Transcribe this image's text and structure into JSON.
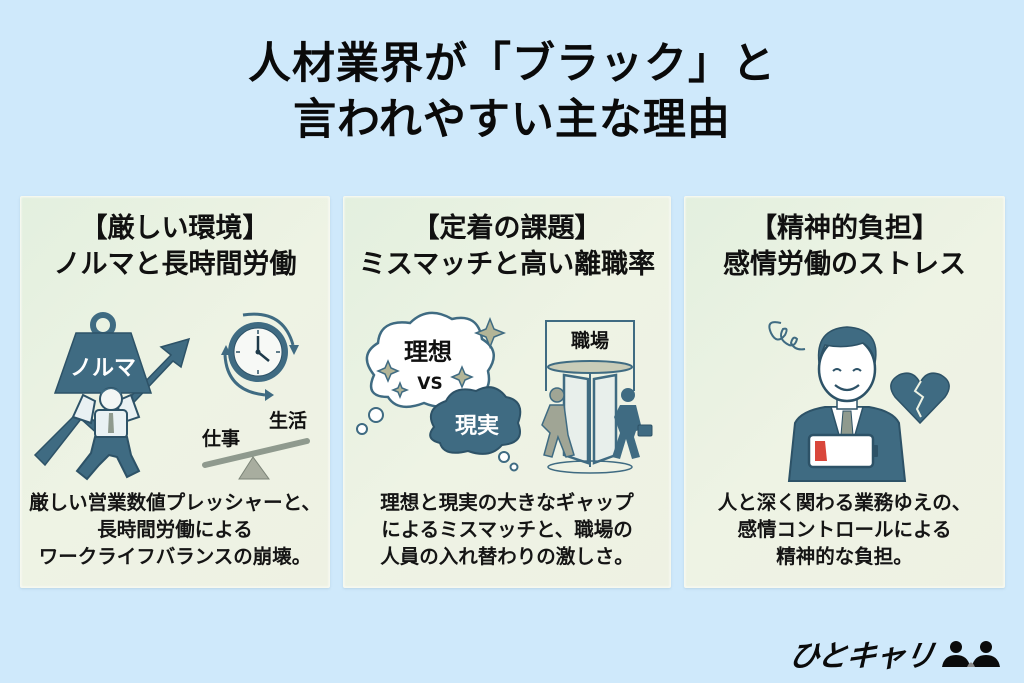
{
  "title": {
    "line1": "人材業界が「ブラック」と",
    "line2": "言われやすい主な理由"
  },
  "cards": [
    {
      "heading_line1": "【厳しい環境】",
      "heading_line2": "ノルマと長時間労働",
      "illustration": {
        "weight_label": "ノルマ",
        "seesaw_left": "仕事",
        "seesaw_right": "生活",
        "icons": [
          "weight-icon",
          "rising-arrow-icon",
          "person-lifting-icon",
          "clock-cycle-icon",
          "seesaw-icon"
        ]
      },
      "body": [
        "厳しい営業数値プレッシャーと、",
        "長時間労働による",
        "ワークライフバランスの崩壊。"
      ]
    },
    {
      "heading_line1": "【定着の課題】",
      "heading_line2": "ミスマッチと高い離職率",
      "illustration": {
        "ideal_label": "理想",
        "vs_label": "VS",
        "reality_label": "現実",
        "workplace_label": "職場",
        "icons": [
          "thought-cloud-icon",
          "sparkle-icon",
          "revolving-door-icon",
          "walking-person-icon"
        ]
      },
      "body": [
        "理想と現実の大きなギャップ",
        "によるミスマッチと、職場の",
        "人員の入れ替わりの激しさ。"
      ]
    },
    {
      "heading_line1": "【精神的負担】",
      "heading_line2": "感情労働のストレス",
      "illustration": {
        "icons": [
          "smiling-businessman-icon",
          "scribble-stress-icon",
          "broken-heart-icon",
          "low-battery-icon"
        ]
      },
      "body": [
        "人と深く関わる業務ゆえの、",
        "感情コントロールによる",
        "精神的な負担。"
      ]
    }
  ],
  "logo": {
    "text": "ひとキャリ"
  },
  "colors": {
    "background": "#cfe9fb",
    "card": "#e8f1e1",
    "illustration_blue": "#3f6b82",
    "illustration_gray": "#8f9a8e",
    "battery_red": "#d9473b",
    "text": "#111111"
  }
}
